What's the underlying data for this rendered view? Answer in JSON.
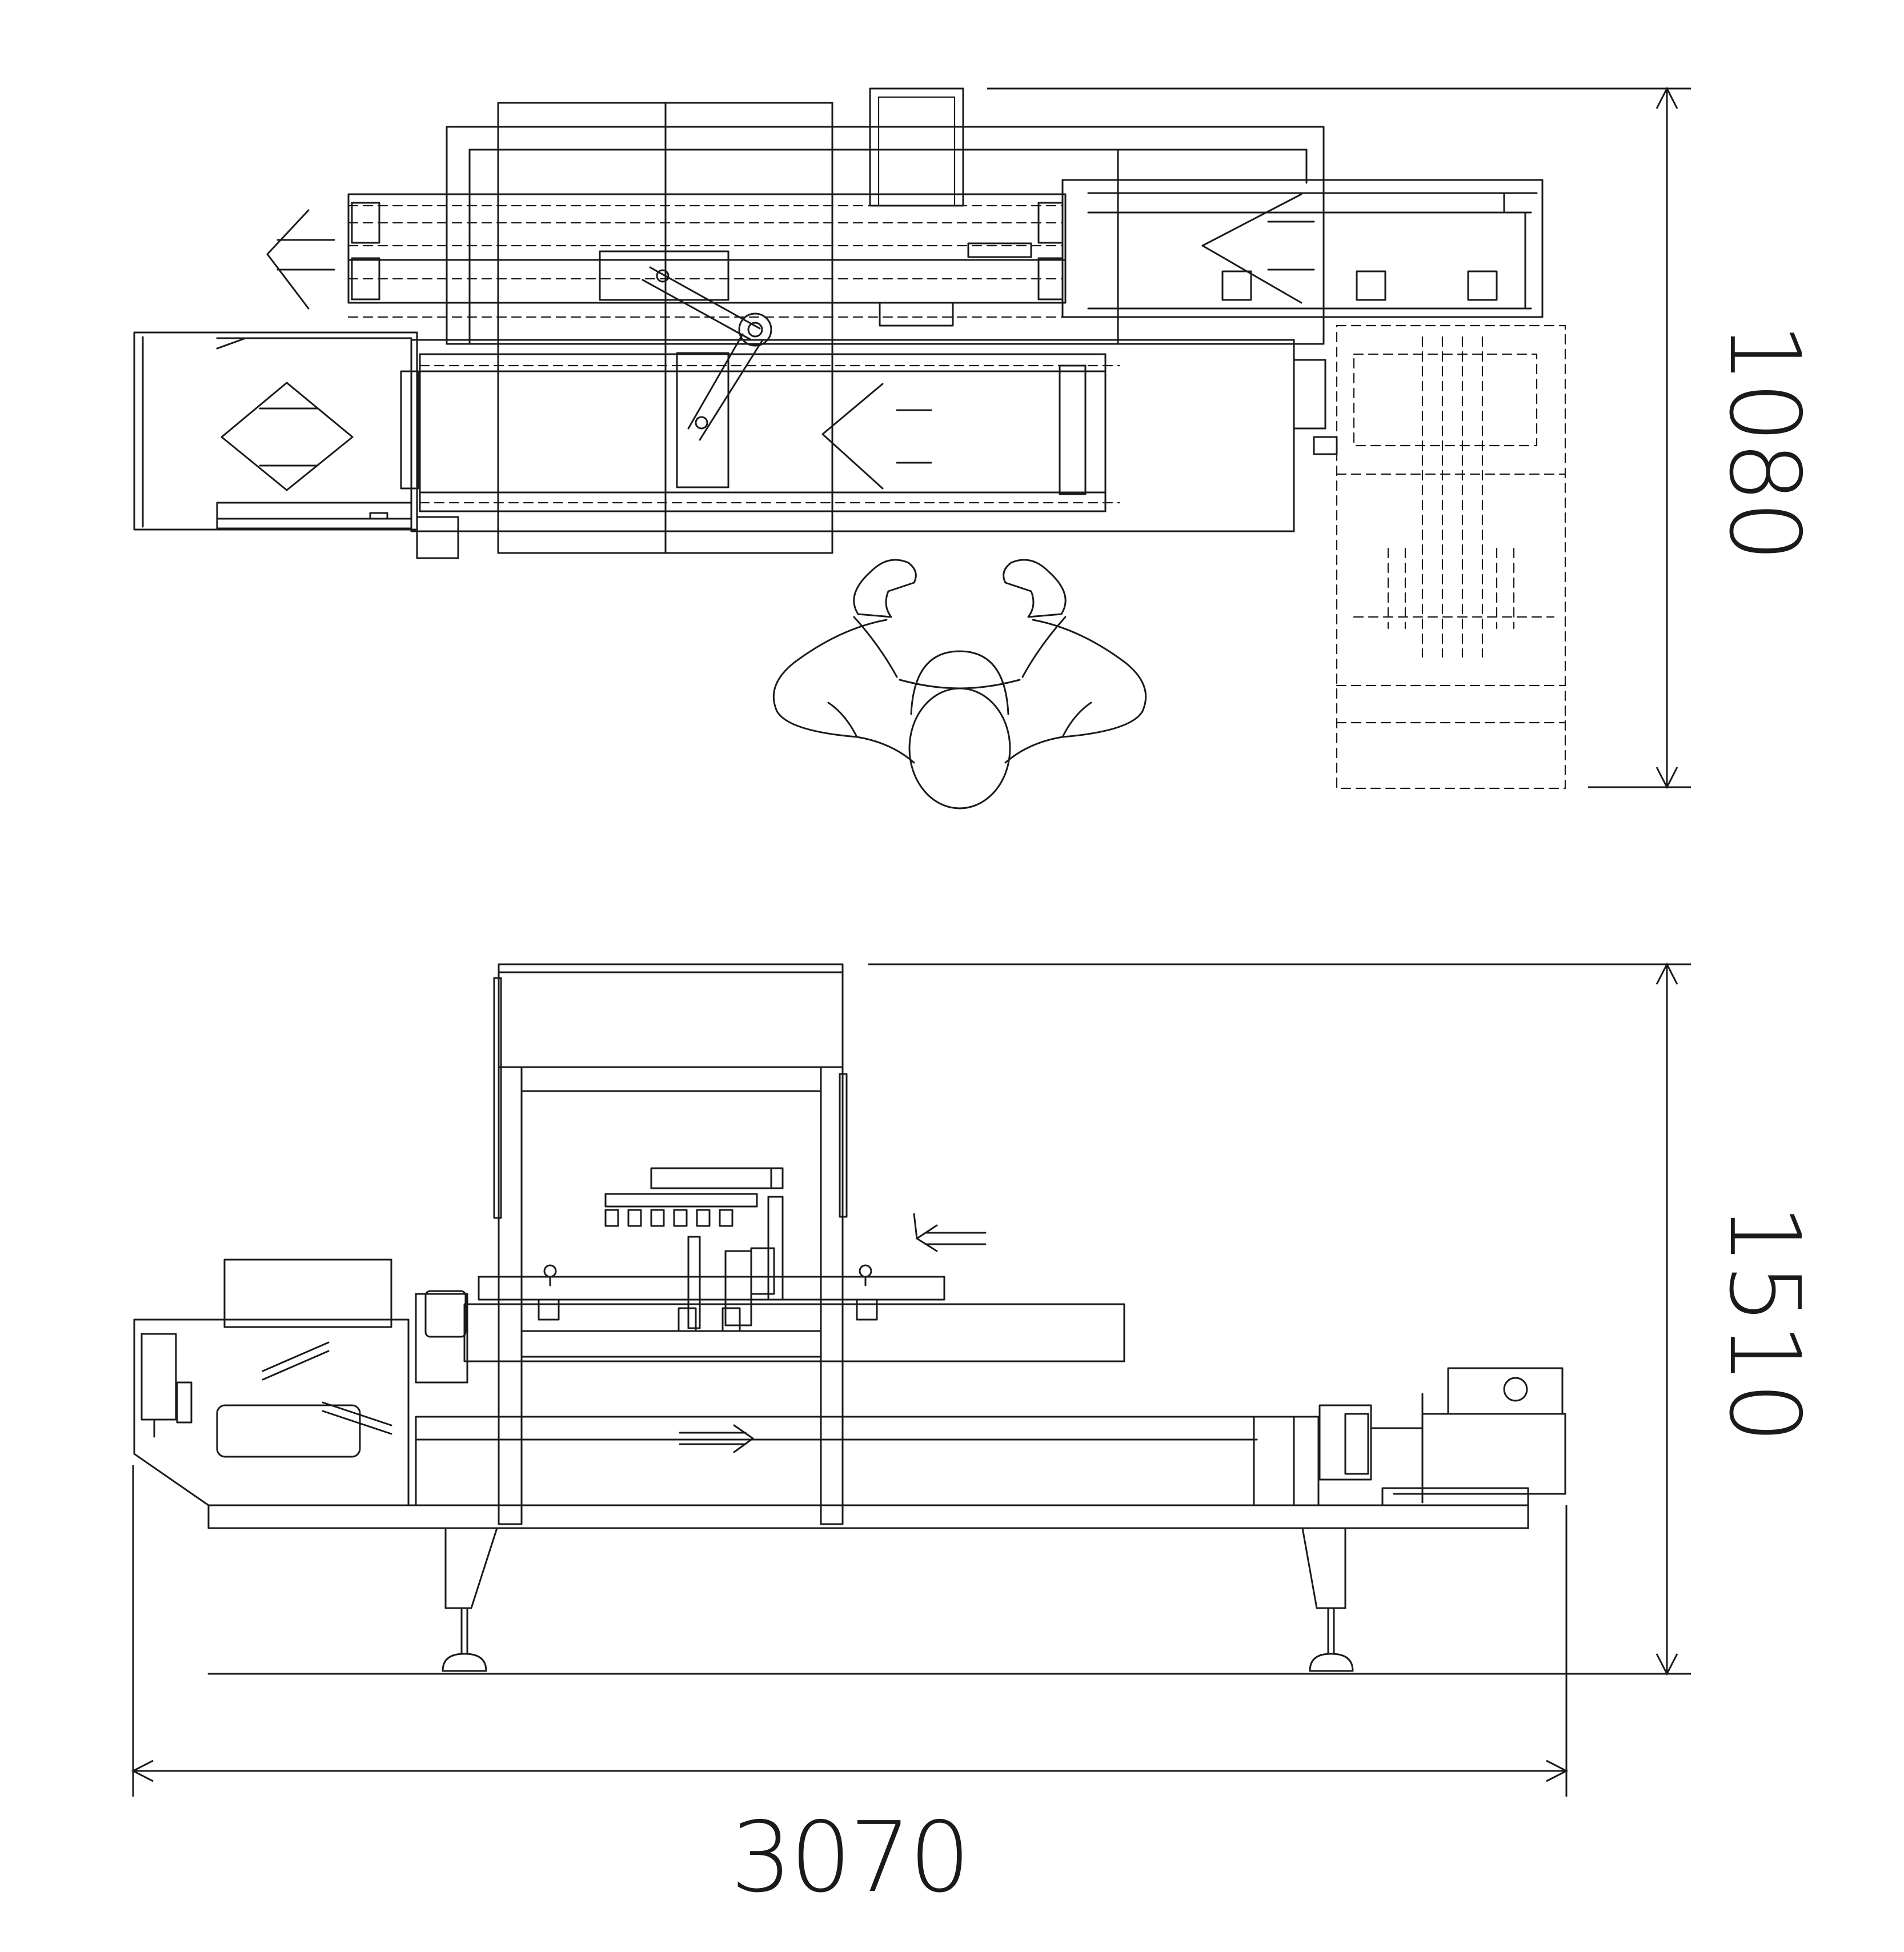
{
  "dimensions": {
    "plan_depth": "1080",
    "elevation_height": "1510",
    "overall_length": "3070"
  },
  "colors": {
    "line": "#1a1a1a",
    "background": "#ffffff"
  }
}
